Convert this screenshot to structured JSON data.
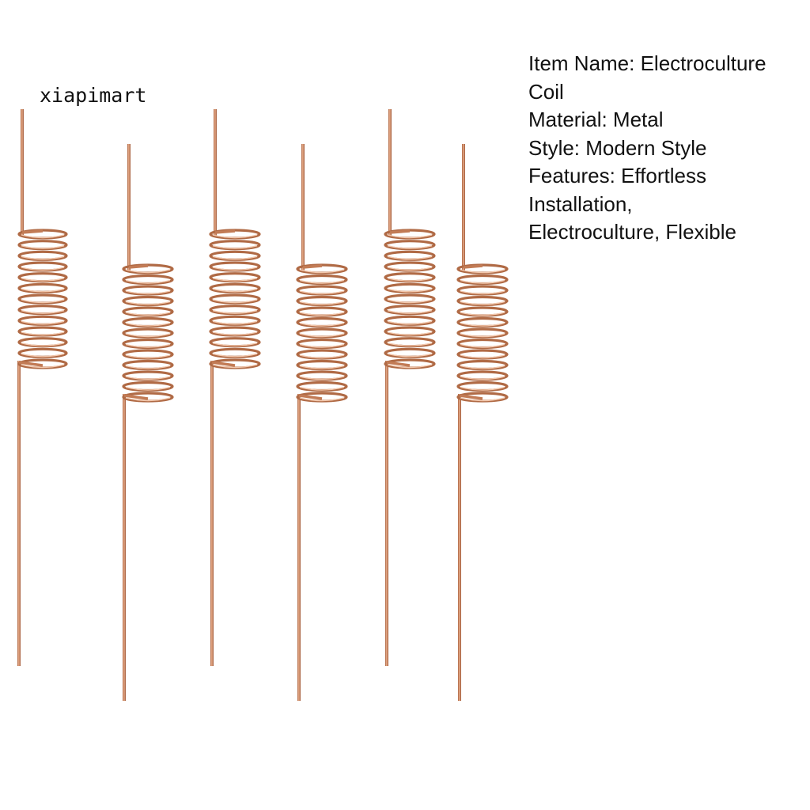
{
  "watermark": "xiapimart",
  "specs": {
    "line1": "Item Name: Electroculture",
    "line2": "Coil",
    "line3": "Material: Metal",
    "line4": "Style: Modern Style",
    "line5": "Features: Effortless",
    "line6": "Installation,",
    "line7": "Electroculture, Flexible"
  },
  "colors": {
    "copper": "#d08a63",
    "copper_dark": "#a85f3c",
    "copper_light": "#f2c4a8",
    "text": "#111111"
  }
}
